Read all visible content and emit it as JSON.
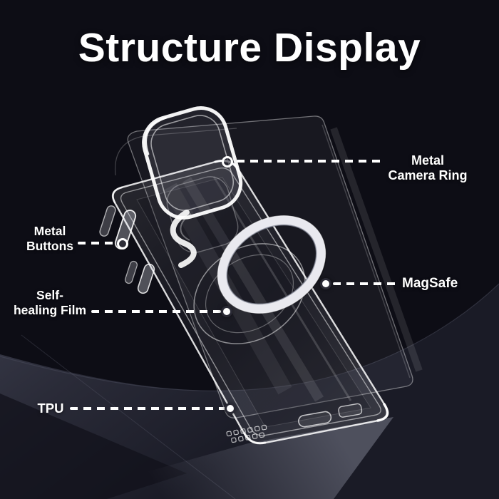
{
  "title": "Structure Display",
  "labels": {
    "camera_ring": {
      "line1": "Metal",
      "line2": "Camera Ring"
    },
    "metal_buttons": {
      "line1": "Metal",
      "line2": "Buttons"
    },
    "magsafe": {
      "label": "MagSafe"
    },
    "self_healing_film": {
      "line1": "Self-",
      "line2": "healing Film"
    },
    "tpu": {
      "label": "TPU"
    }
  },
  "colors": {
    "background_base": "#0d0d15",
    "background_sweep_light": "#3b3d4c",
    "background_sweep_dark": "#1a1b26",
    "text": "#ffffff",
    "connector": "#ffffff",
    "magsafe_ring": "#e9e9ef"
  }
}
